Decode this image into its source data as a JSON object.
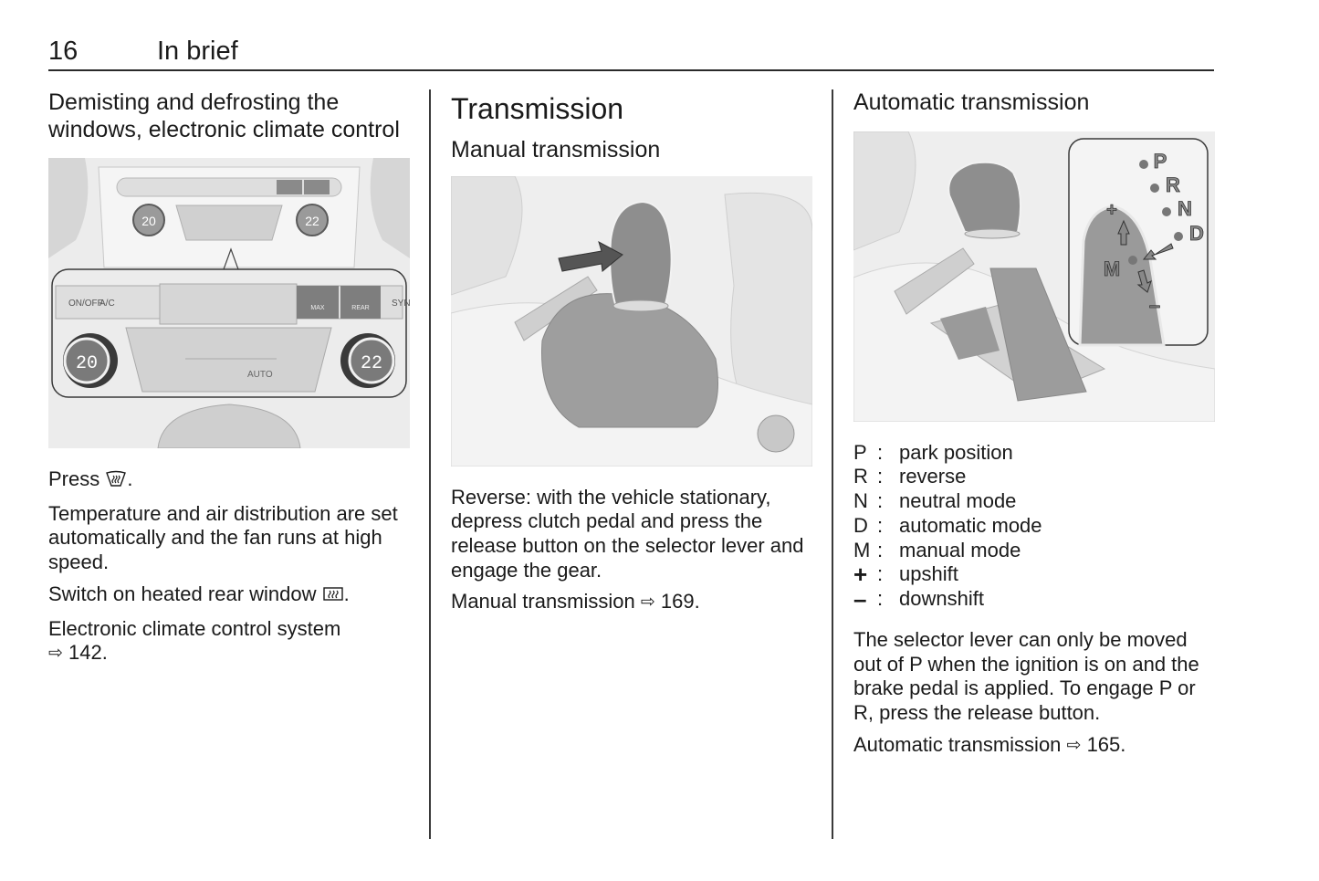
{
  "header": {
    "page_number": "16",
    "running_title": "In brief"
  },
  "columns": {
    "demist": {
      "heading": "Demisting and defrosting the windows, electronic climate control",
      "figure": {
        "description": "Climate control panel with enlarged detail",
        "left_temp": "20",
        "right_temp": "22",
        "buttons": [
          "ON/OFF",
          "A/C",
          "MAX",
          "REAR",
          "SYNC",
          "AUTO"
        ]
      },
      "paragraphs": {
        "press_prefix": "Press ",
        "press_suffix": ".",
        "auto_text": "Temperature and air distribution are set automatically and the fan runs at high speed.",
        "rear_prefix": "Switch on heated rear window ",
        "rear_suffix": ".",
        "ref_text": "Electronic climate control system",
        "ref_page": " 142."
      },
      "icons": {
        "windscreen": "windscreen-defrost-icon",
        "rear_window": "rear-window-heat-icon",
        "xref": "cross-reference-arrow-icon"
      }
    },
    "manual": {
      "chapter_title": "Transmission",
      "heading": "Manual transmission",
      "figure": {
        "description": "Manual gear lever with arrow indicating release button"
      },
      "paragraph": "Reverse: with the vehicle stationary, depress clutch pedal and press the release button on the selector lever and engage the gear.",
      "ref_text": "Manual transmission ",
      "ref_page": " 169."
    },
    "automatic": {
      "heading": "Automatic transmission",
      "figure": {
        "description": "Automatic selector lever with gate detail",
        "gate_labels": [
          "P",
          "R",
          "N",
          "D",
          "M",
          "+",
          "–"
        ]
      },
      "legend": [
        {
          "key": "P",
          "desc": "park position"
        },
        {
          "key": "R",
          "desc": "reverse"
        },
        {
          "key": "N",
          "desc": "neutral mode"
        },
        {
          "key": "D",
          "desc": "automatic mode"
        },
        {
          "key": "M",
          "desc": "manual mode"
        },
        {
          "key": "+",
          "desc": "upshift"
        },
        {
          "key": "–",
          "desc": "downshift"
        }
      ],
      "legend_separator": ":",
      "paragraph": "The selector lever can only be moved out of P when the ignition is on and the brake pedal is applied. To engage P or R, press the release button.",
      "ref_text": "Automatic transmission ",
      "ref_page": " 165."
    }
  },
  "xref_glyph": "⇨"
}
